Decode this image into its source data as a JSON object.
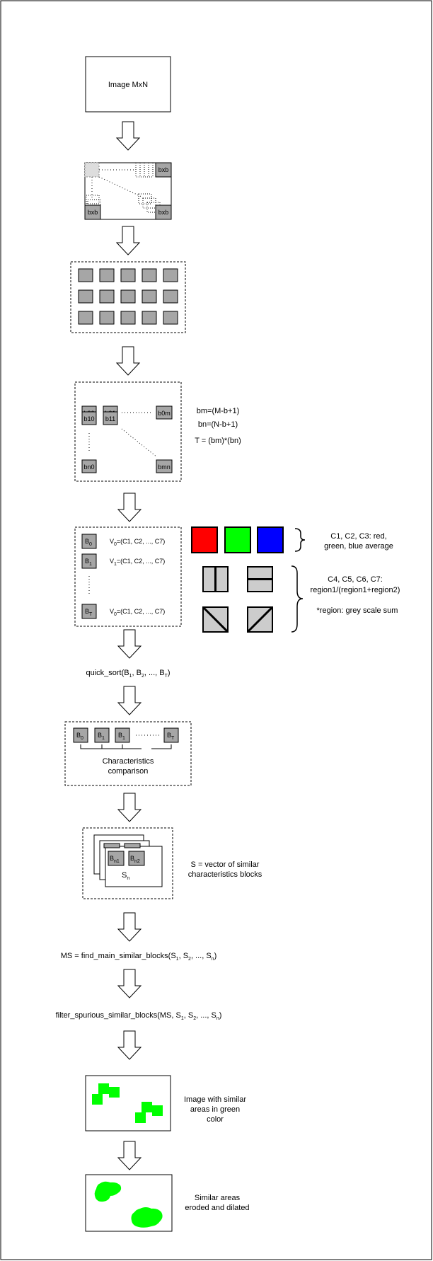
{
  "steps": {
    "image_box": "Image MxN",
    "window_bxb": "bxb",
    "block_labels": {
      "b00": "b00",
      "b01": "b01",
      "b0m": "b0m",
      "b10": "b10",
      "b11": "b11",
      "bn0": "bn0",
      "bmn": "bmn"
    },
    "formulas": {
      "bm": "bm=(M-b+1)",
      "bn": "bn=(N-b+1)",
      "T": "T = (bm)*(bn)"
    },
    "feature_vectors": {
      "row0_block": "B",
      "row0_block_sub": "0",
      "row0_vec": "V",
      "row0_vec_sub": "0",
      "row0_vec_rest": "=(C1, C2, ..., C7)",
      "row1_block": "B",
      "row1_block_sub": "1",
      "row1_vec": "V",
      "row1_vec_sub": "1",
      "row1_vec_rest": "=(C1, C2, ..., C7)",
      "rowT_block": "B",
      "rowT_block_sub": "T",
      "rowT_vec": "V",
      "rowT_vec_sub": "0",
      "rowT_vec_rest": "=(C1, C2, ..., C7)"
    },
    "color_legend": {
      "line1": "C1, C2, C3: red,",
      "line2": "green, blue average"
    },
    "region_legend": {
      "line1": "C4, C5, C6, C7:",
      "line2": "region1/(region1+region2)",
      "line3": "*region: grey scale sum"
    },
    "quick_sort": {
      "pre": "quick_sort(B",
      "s1": "1",
      "m1": ", B",
      "s2": "2",
      "m2": ", ..., B",
      "s3": "T",
      "post": ")"
    },
    "comparison": {
      "blk0": "B",
      "blk0_sub": "0",
      "blk1": "B",
      "blk1_sub": "1",
      "blk2": "B",
      "blk2_sub": "1",
      "blkT": "B",
      "blkT_sub": "T",
      "line1": "Characteristics",
      "line2": "comparison"
    },
    "similar": {
      "bn1": "B",
      "bn1_sub": "n1",
      "bn2": "B",
      "bn2_sub": "n2",
      "sn": "S",
      "sn_sub": "n",
      "line1": "S = vector of similar",
      "line2": "characteristics blocks"
    },
    "find_main": {
      "pre": "MS = find_main_similar_blocks(S",
      "s1": "1",
      "m1": ", S",
      "s2": "2",
      "m2": ", ..., S",
      "s3": "n",
      "post": ")"
    },
    "filter": {
      "pre": "filter_spurious_similar_blocks(MS, S",
      "s1": "1",
      "m1": ", S",
      "s2": "2",
      "m2": ", ..., S",
      "s3": "n",
      "post": ")"
    },
    "green_image": {
      "line1": "Image with similar",
      "line2": "areas in green",
      "line3": "color"
    },
    "eroded": {
      "line1": "Similar areas",
      "line2": "eroded and dilated"
    }
  },
  "colors": {
    "red": "#ff0000",
    "green": "#00ff00",
    "blue": "#0000ff",
    "block_grey": "#a6a6a6",
    "region_grey": "#cccccc",
    "border": "#000000"
  }
}
